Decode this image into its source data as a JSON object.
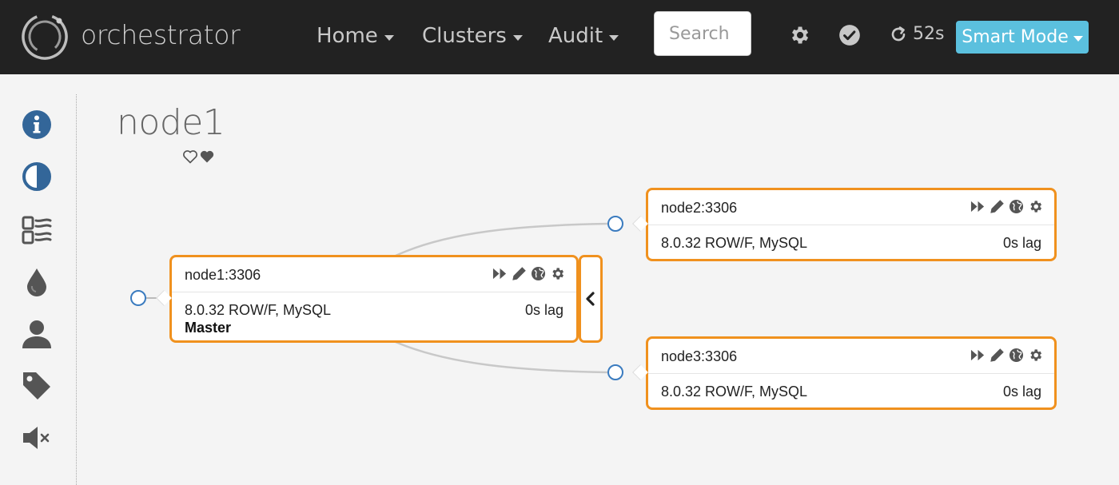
{
  "brand": "orchestrator",
  "nav": {
    "home": "Home",
    "clusters": "Clusters",
    "audit": "Audit",
    "search_placeholder": "Search",
    "refresh_countdown": "52s",
    "smart_mode": "Smart Mode"
  },
  "sidebar": {
    "icons": [
      "info-icon",
      "contrast-icon",
      "list-icon",
      "drop-icon",
      "user-icon",
      "tag-icon",
      "mute-icon"
    ]
  },
  "page": {
    "title": "node1"
  },
  "nodes": [
    {
      "name": "node1:3306",
      "version": "8.0.32 ROW/F, MySQL",
      "lag": "0s lag",
      "role": "Master"
    },
    {
      "name": "node2:3306",
      "version": "8.0.32 ROW/F, MySQL",
      "lag": "0s lag"
    },
    {
      "name": "node3:3306",
      "version": "8.0.32 ROW/F, MySQL",
      "lag": "0s lag"
    }
  ],
  "colors": {
    "navbar": "#222222",
    "accent": "#5bc0de",
    "node_border": "#f0911e",
    "sidebar_icon": "#336699",
    "circle": "#3a7bbf"
  }
}
